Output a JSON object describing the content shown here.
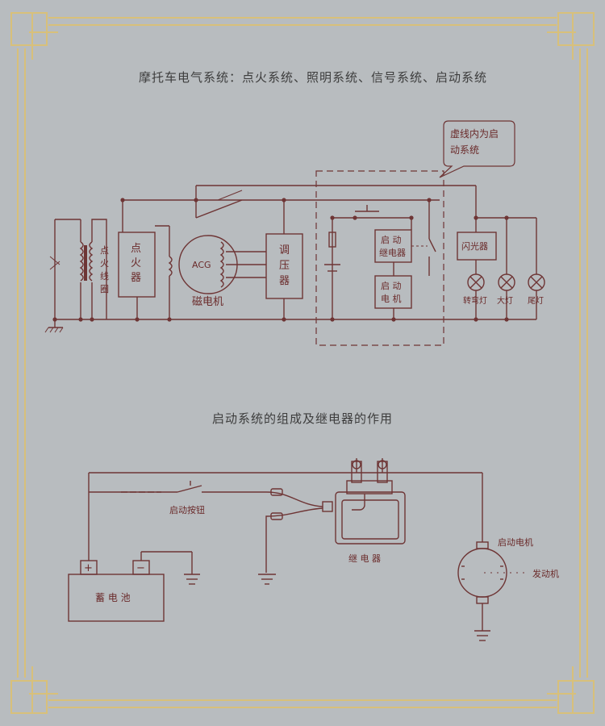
{
  "titles": {
    "top": "摩托车电气系统：点火系统、照明系统、信号系统、启动系统",
    "bottom": "启动系统的组成及继电器的作用"
  },
  "callout": {
    "line1": "虚线内为启",
    "line2": "动系统"
  },
  "top_labels": {
    "coil_1": "点",
    "coil_2": "火",
    "coil_3": "线",
    "coil_4": "圈",
    "igniter_1": "点",
    "igniter_2": "火",
    "igniter_3": "器",
    "acg": "ACG",
    "magneto": "磁电机",
    "regulator_1": "调",
    "regulator_2": "压",
    "regulator_3": "器",
    "relay_1": "启 动",
    "relay_2": "继电器",
    "motor_1": "启 动",
    "motor_2": "电 机",
    "flasher": "闪光器",
    "turn_lamp": "转弯灯",
    "head_lamp": "大灯",
    "tail_lamp": "尾灯"
  },
  "bottom_labels": {
    "start_button": "启动按钮",
    "relay": "继 电 器",
    "battery": "蓄 电 池",
    "plus": "+",
    "minus": "−",
    "start_motor": "启动电机",
    "engine": "发动机"
  },
  "colors": {
    "background": "#b8bcbf",
    "frame_gold": "#d8c07a",
    "wire": "#6e3535",
    "label": "#6a2a2a",
    "title": "#3d3d3d"
  }
}
